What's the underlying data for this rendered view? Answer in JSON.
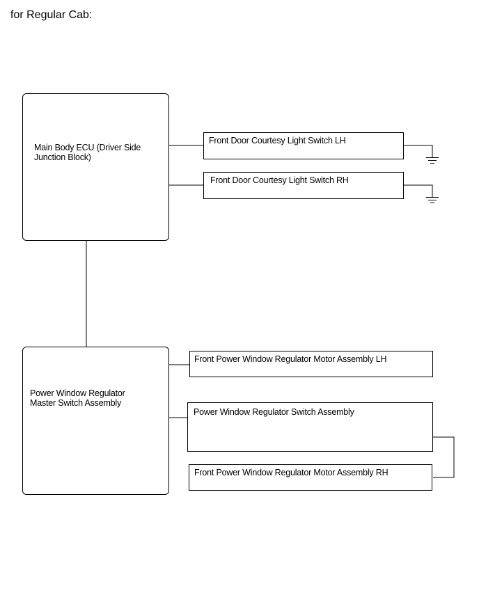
{
  "heading": "for Regular Cab:",
  "components": {
    "main_body_ecu": "Main Body ECU (Driver Side\nJunction Block)",
    "courtesy_switch_lh": "Front Door Courtesy Light Switch LH",
    "courtesy_switch_rh": "Front Door Courtesy Light Switch RH",
    "master_switch": "Power Window Regulator\nMaster Switch Assembly",
    "motor_lh": "Front Power Window Regulator Motor Assembly LH",
    "regulator_switch": "Power Window Regulator Switch Assembly",
    "motor_rh": "Front Power Window Regulator Motor Assembly RH"
  },
  "symbols": {
    "ground": "ground-symbol"
  }
}
